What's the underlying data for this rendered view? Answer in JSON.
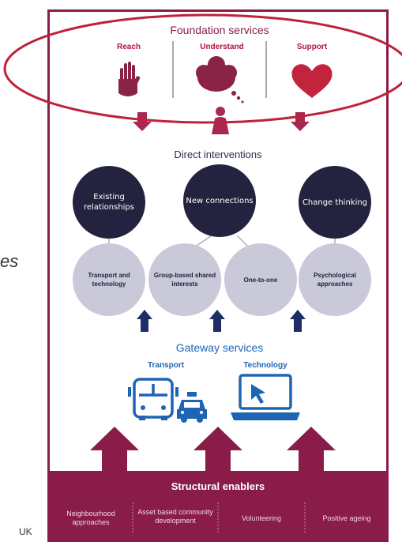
{
  "foundation": {
    "title": "Foundation services",
    "items": [
      {
        "label": "Reach",
        "icon": "hand-icon"
      },
      {
        "label": "Understand",
        "icon": "thought-cloud-icon"
      },
      {
        "label": "Support",
        "icon": "heart-icon"
      }
    ]
  },
  "direct": {
    "title": "Direct interventions",
    "dark": [
      {
        "label": "Existing relationships"
      },
      {
        "label": "New connections"
      },
      {
        "label": "Change thinking"
      }
    ],
    "light": [
      {
        "label": "Transport and technology"
      },
      {
        "label": "Group-based shared interests"
      },
      {
        "label": "One-to-one"
      },
      {
        "label": "Psychological approaches"
      }
    ]
  },
  "gateway": {
    "title": "Gateway services",
    "transport": "Transport",
    "technology": "Technology"
  },
  "structural": {
    "title": "Structural enablers",
    "items": [
      "Neighbourhood approaches",
      "Asset based community development",
      "Volunteering",
      "Positive ageing"
    ]
  },
  "side": {
    "left_fragment": "es",
    "bottom_fragment": "UK"
  },
  "colors": {
    "frame": "#8a1c4a",
    "ellipse": "#c0203a",
    "dark_circle": "#23233f",
    "light_circle": "#c9c9d9",
    "gateway_blue": "#1e64b4",
    "enabler_bg": "#8a1c4a"
  }
}
